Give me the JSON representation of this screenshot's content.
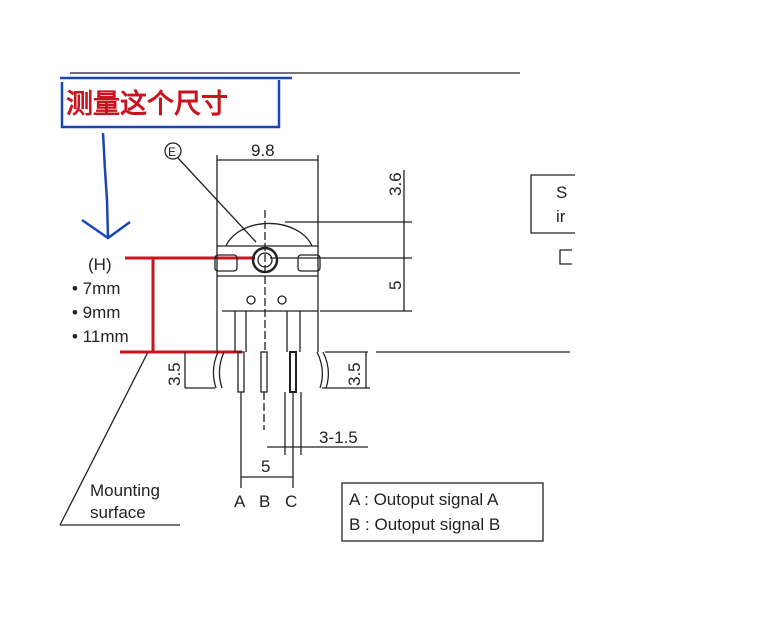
{
  "annotation": {
    "title": "测量这个尺寸",
    "height_label": "(H)",
    "height_options": [
      "• 7mm",
      "• 9mm",
      "• 11mm"
    ],
    "colors": {
      "annotation_red": "#c8141e",
      "annotation_blue": "#1a47b8"
    }
  },
  "drawing": {
    "marker_e": "E",
    "dim_width": "9.8",
    "dim_top": "3.6",
    "dim_mid": "5",
    "dim_left_pin": "3.5",
    "dim_right_pin": "3.5",
    "dim_pin_spacing": "5",
    "dim_pin_width": "3-1.5",
    "pin_labels": [
      "A",
      "B",
      "C"
    ],
    "mounting_label_line1": "Mounting",
    "mounting_label_line2": "surface",
    "partial_box_line1": "S",
    "partial_box_line2": "ir"
  },
  "legend": {
    "lines": [
      "A : Outoput signal A",
      "B : Outoput signal B"
    ]
  }
}
